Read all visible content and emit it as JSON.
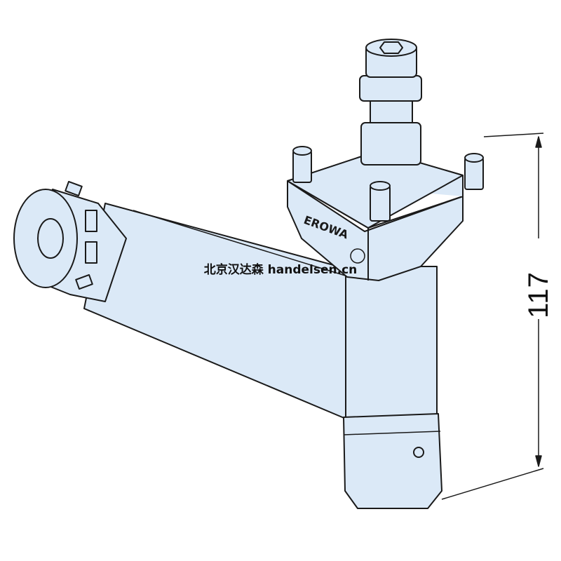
{
  "drawing": {
    "brand_logo": "EROWA",
    "dimension_label": "117",
    "watermark": "北京汉达森 handelsen.cn",
    "fill_color": "#dbe9f7",
    "stroke_color": "#1a1a1a"
  }
}
